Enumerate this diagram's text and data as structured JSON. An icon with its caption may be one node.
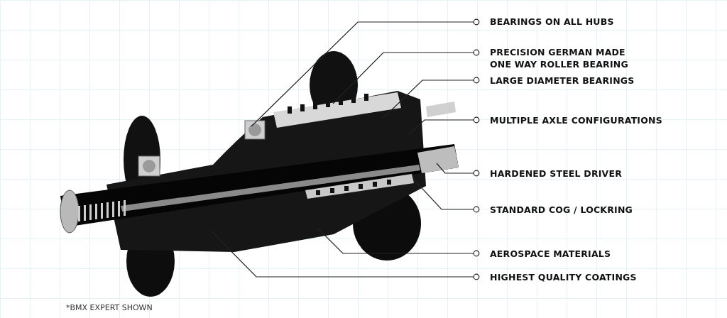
{
  "diagram": {
    "nodes": [
      {
        "text": [
          "BEARINGS ON ALL HUBS"
        ]
      },
      {
        "text": [
          "PRECISION GERMAN MADE ONE WAY ROLLER BEARING"
        ]
      },
      {
        "text": [
          "LARGE DIAMETER BEARINGS"
        ]
      },
      {
        "text": [
          "MULTIPLE AXLE CONFIGURATIONS"
        ]
      },
      {
        "text": [
          "HARDENED STEEL DRIVER"
        ]
      },
      {
        "text": [
          "STANDARD COG / LOCKRING"
        ]
      },
      {
        "text": [
          "AEROSPACE MATERIALS"
        ]
      },
      {
        "text": [
          "HIGHEST QUALITY COATINGS"
        ]
      }
    ],
    "edges": [
      {
        "from": 0,
        "to": null,
        "arrow": "other"
      },
      {
        "from": 1,
        "to": null,
        "arrow": "other"
      },
      {
        "from": 2,
        "to": null,
        "arrow": "other"
      },
      {
        "from": 3,
        "to": null,
        "arrow": "other"
      },
      {
        "from": 4,
        "to": null,
        "arrow": "other"
      },
      {
        "from": 5,
        "to": null,
        "arrow": "other"
      },
      {
        "from": 6,
        "to": null,
        "arrow": "other"
      },
      {
        "from": 7,
        "to": null,
        "arrow": "other"
      }
    ],
    "labels": [
      "*BMX EXPERT SHOWN"
    ]
  }
}
